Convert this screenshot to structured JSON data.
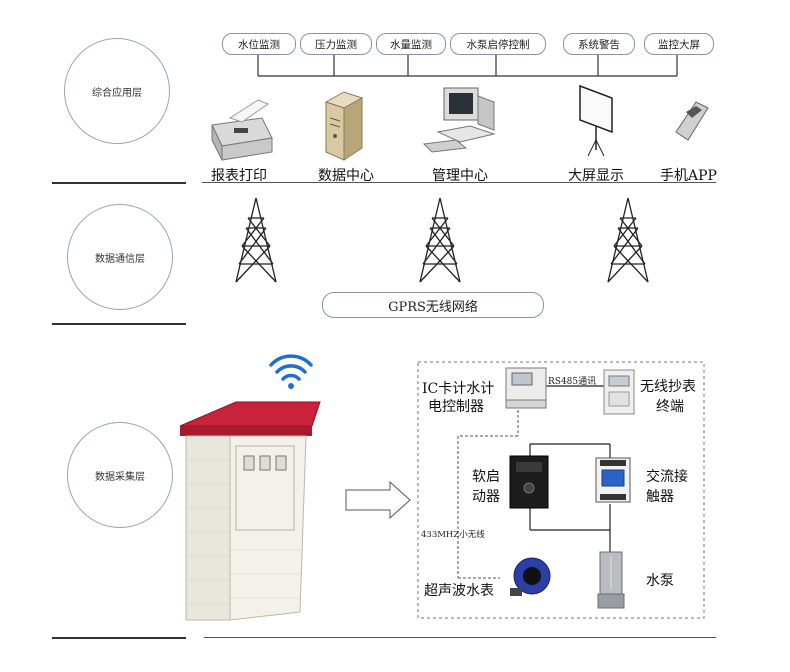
{
  "layers": {
    "application": "综合应用层",
    "communication": "数据通信层",
    "acquisition": "数据采集层"
  },
  "functions": [
    "水位监测",
    "压力监测",
    "水量监测",
    "水泵启停控制",
    "系统警告",
    "监控大屏"
  ],
  "devices": {
    "report_print": "报表打印",
    "data_center": "数据中心",
    "management_center": "管理中心",
    "big_screen": "大屏显示",
    "mobile_app": "手机APP"
  },
  "network": "GPRS无线网络",
  "field": {
    "ic_controller": [
      "IC卡计水计",
      "电控制器"
    ],
    "rs485": "RS485通讯",
    "wireless_meter": [
      "无线抄表",
      "终端"
    ],
    "soft_starter": [
      "软启",
      "动器"
    ],
    "ac_contactor": [
      "交流接",
      "触器"
    ],
    "wireless_433": "433MHZ小无线",
    "ultrasonic": "超声波水表",
    "pump": "水泵"
  }
}
